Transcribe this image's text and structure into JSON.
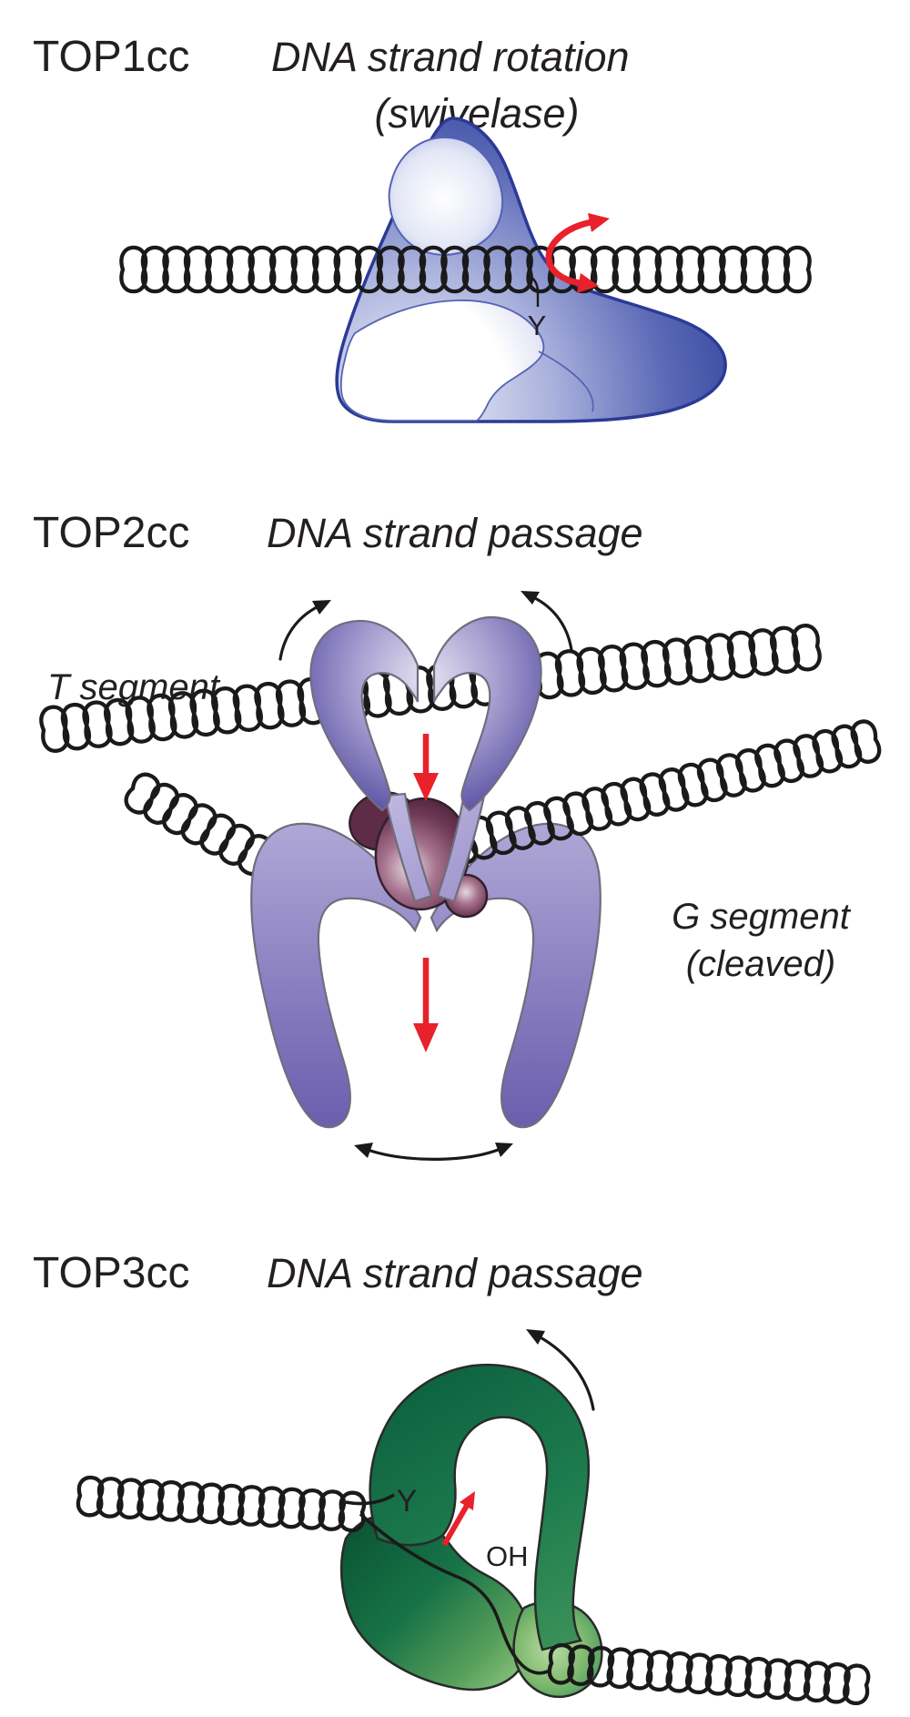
{
  "figure": {
    "background": "#ffffff",
    "panels": [
      {
        "id": "top1",
        "title": "TOP1cc",
        "mechanism": "DNA strand rotation",
        "mechanism_note": "(swivelase)",
        "labels": {
          "tyrosine": "Y"
        }
      },
      {
        "id": "top2",
        "title": "TOP2cc",
        "mechanism": "DNA strand passage",
        "labels": {
          "t_segment": "T segment",
          "g_segment": "G segment",
          "g_segment_note": "(cleaved)"
        }
      },
      {
        "id": "top3",
        "title": "TOP3cc",
        "mechanism": "DNA strand passage",
        "labels": {
          "tyrosine": "Y",
          "hydroxyl": "OH"
        }
      }
    ],
    "colors": {
      "text": "#231f20",
      "dna": "#1a1a1a",
      "arrow_red": "#e8212b",
      "arrow_black": "#1a1a1a",
      "top1_protein_dark": "#2e3c98",
      "top1_protein_outline": "#2b3a96",
      "top2_protein_light": "#a79fd0",
      "top2_protein_dark": "#6b5dad",
      "top2_protein_outline": "#6e6e7d",
      "top2_core_dark": "#4c2238",
      "top2_core_highlight": "#e8d9e0",
      "top3_protein_dark": "#0f5f3e",
      "top3_protein_light": "#8cc47e",
      "top3_protein_outline": "#2a2a2a"
    }
  }
}
